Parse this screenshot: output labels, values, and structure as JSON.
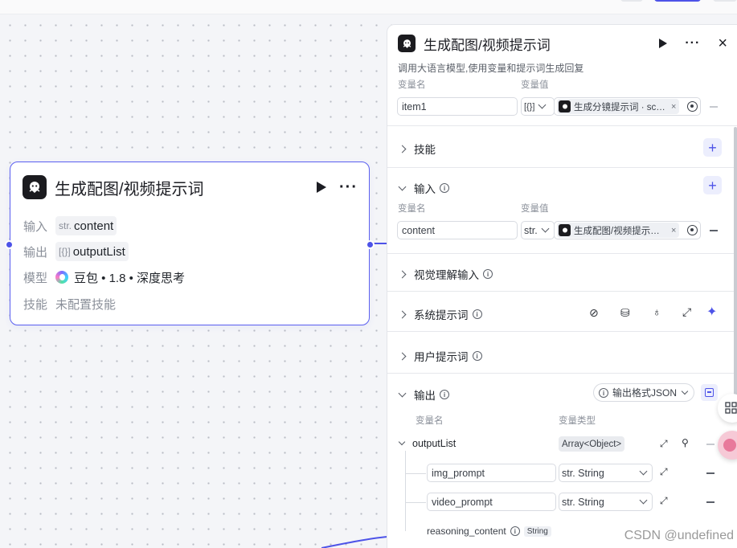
{
  "node": {
    "title": "生成配图/视频提示词",
    "more": "···",
    "rows": {
      "input_label": "输入",
      "input_type": "str.",
      "input_value": "content",
      "output_label": "输出",
      "output_type": "[{}]",
      "output_value": "outputList",
      "model_label": "模型",
      "model_value": "豆包 • 1.8 • 深度思考",
      "skill_label": "技能",
      "skill_value": "未配置技能"
    }
  },
  "panel": {
    "title": "生成配图/视频提示词",
    "more": "···",
    "close": "×",
    "description": "调用大语言模型,使用变量和提示词生成回复",
    "top_vars": {
      "name_header": "变量名",
      "value_header": "变量值",
      "name": "item1",
      "type": "[{}]",
      "ref": "生成分镜提示词 · sce···",
      "ref_close": "×"
    },
    "sections": {
      "skills": "技能",
      "input": "输入",
      "visual_input": "视觉理解输入",
      "system_prompt": "系统提示词",
      "user_prompt": "用户提示词",
      "output": "输出"
    },
    "input_vars": {
      "name_header": "变量名",
      "value_header": "变量值",
      "name": "content",
      "type": "str.",
      "ref": "生成配图/视频提示词 · r",
      "ref_close": "×"
    },
    "output": {
      "format_label": "输出格式JSON",
      "name_header": "变量名",
      "type_header": "变量类型",
      "root_name": "outputList",
      "root_type": "Array<Object>",
      "children": [
        {
          "name": "img_prompt",
          "type": "str. String"
        },
        {
          "name": "video_prompt",
          "type": "str. String"
        }
      ],
      "reasoning_name": "reasoning_content",
      "reasoning_type": "String"
    }
  },
  "watermark": "CSDN @undefined",
  "colors": {
    "accent": "#4d53e8",
    "border": "#d8dbe1"
  }
}
